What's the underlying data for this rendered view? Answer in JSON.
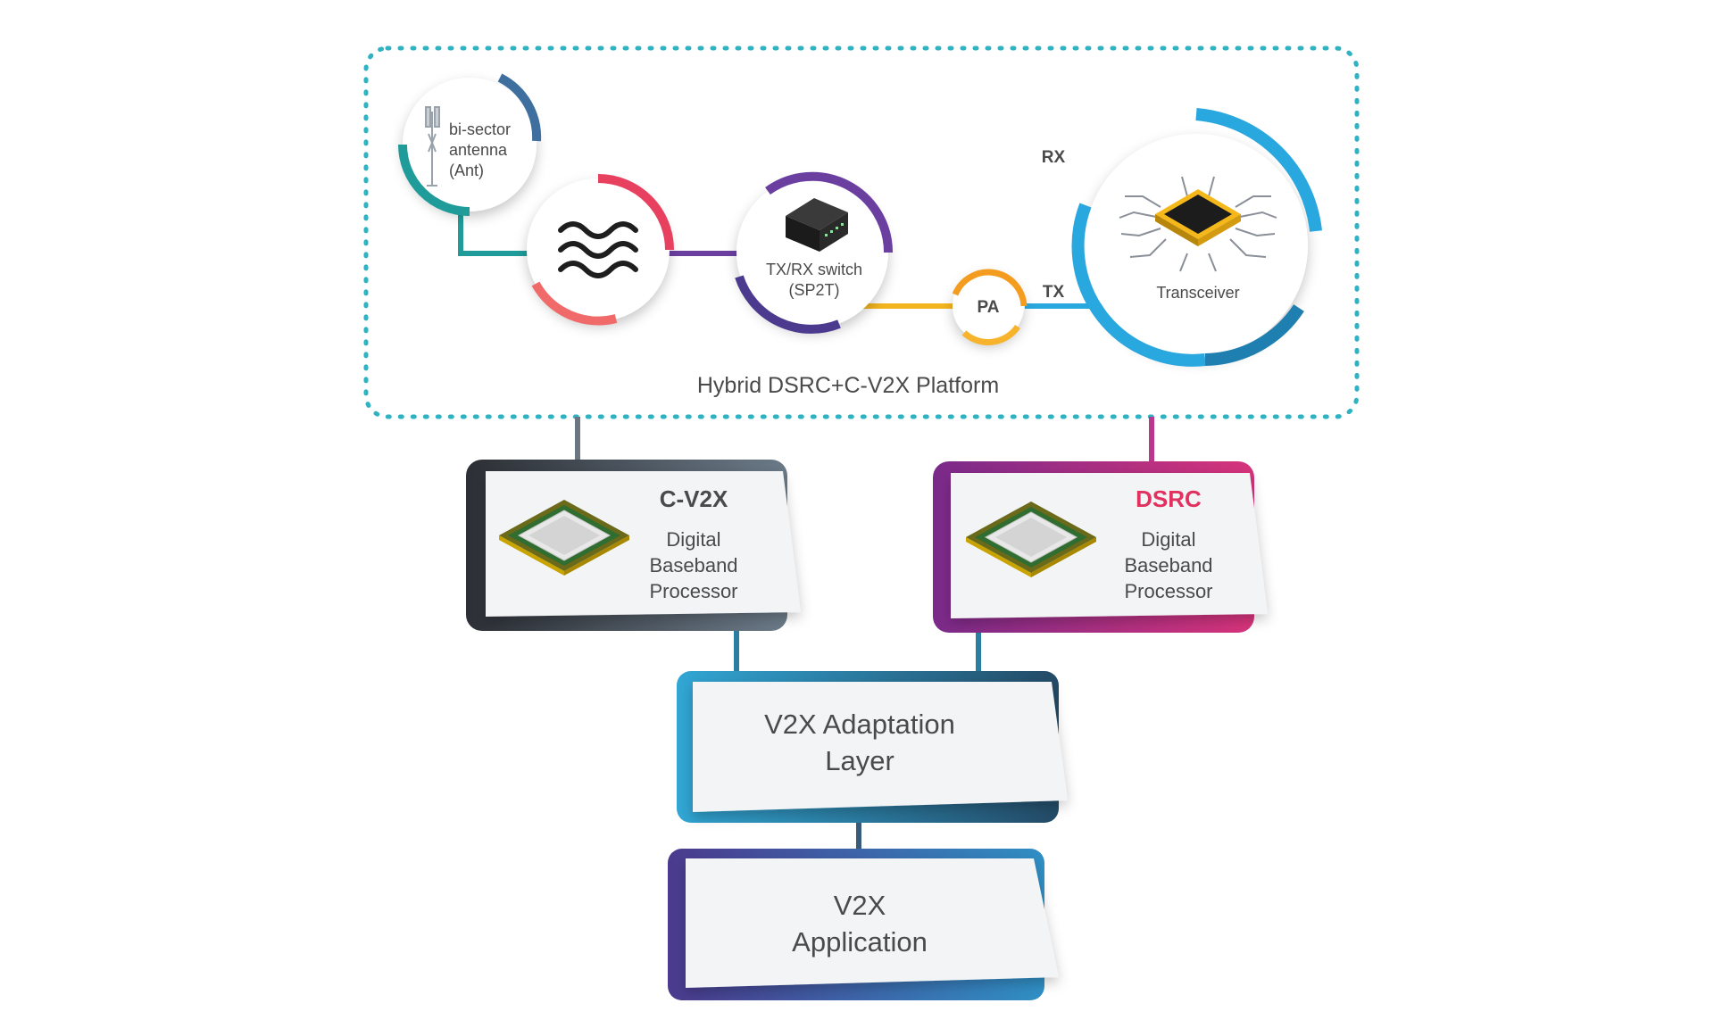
{
  "platform": {
    "title": "Hybrid DSRC+C-V2X Platform",
    "antenna_label_lines": [
      "bi-sector",
      "antenna",
      "(Ant)"
    ],
    "switch_label_lines": [
      "TX/RX switch",
      "(SP2T)"
    ],
    "pa_label": "PA",
    "transceiver_label": "Transceiver",
    "rx_label": "RX",
    "tx_label": "TX"
  },
  "processors": {
    "cv2x": {
      "title": "C-V2X",
      "lines": [
        "Digital",
        "Baseband",
        "Processor"
      ]
    },
    "dsrc": {
      "title": "DSRC",
      "lines": [
        "Digital",
        "Baseband",
        "Processor"
      ]
    }
  },
  "adaptation": {
    "lines": [
      "V2X Adaptation",
      "Layer"
    ]
  },
  "application": {
    "lines": [
      "V2X",
      "Application"
    ]
  },
  "colors": {
    "teal_dotted": "#2fb3c3",
    "antenna_blue": "#3f6f9e",
    "antenna_teal": "#1f9c9a",
    "filter_red": "#e8415f",
    "switch_purple": "#6b3fa0",
    "transceiver_blue": "#29a7df",
    "pa_orange": "#f39c1f",
    "cv2x_dark": "#333a44",
    "dsrc_purple": "#8e2e8e",
    "dsrc_title": "#e0315f",
    "adapt_blue": "#2a97c0",
    "app_purple": "#5e3f9e"
  }
}
